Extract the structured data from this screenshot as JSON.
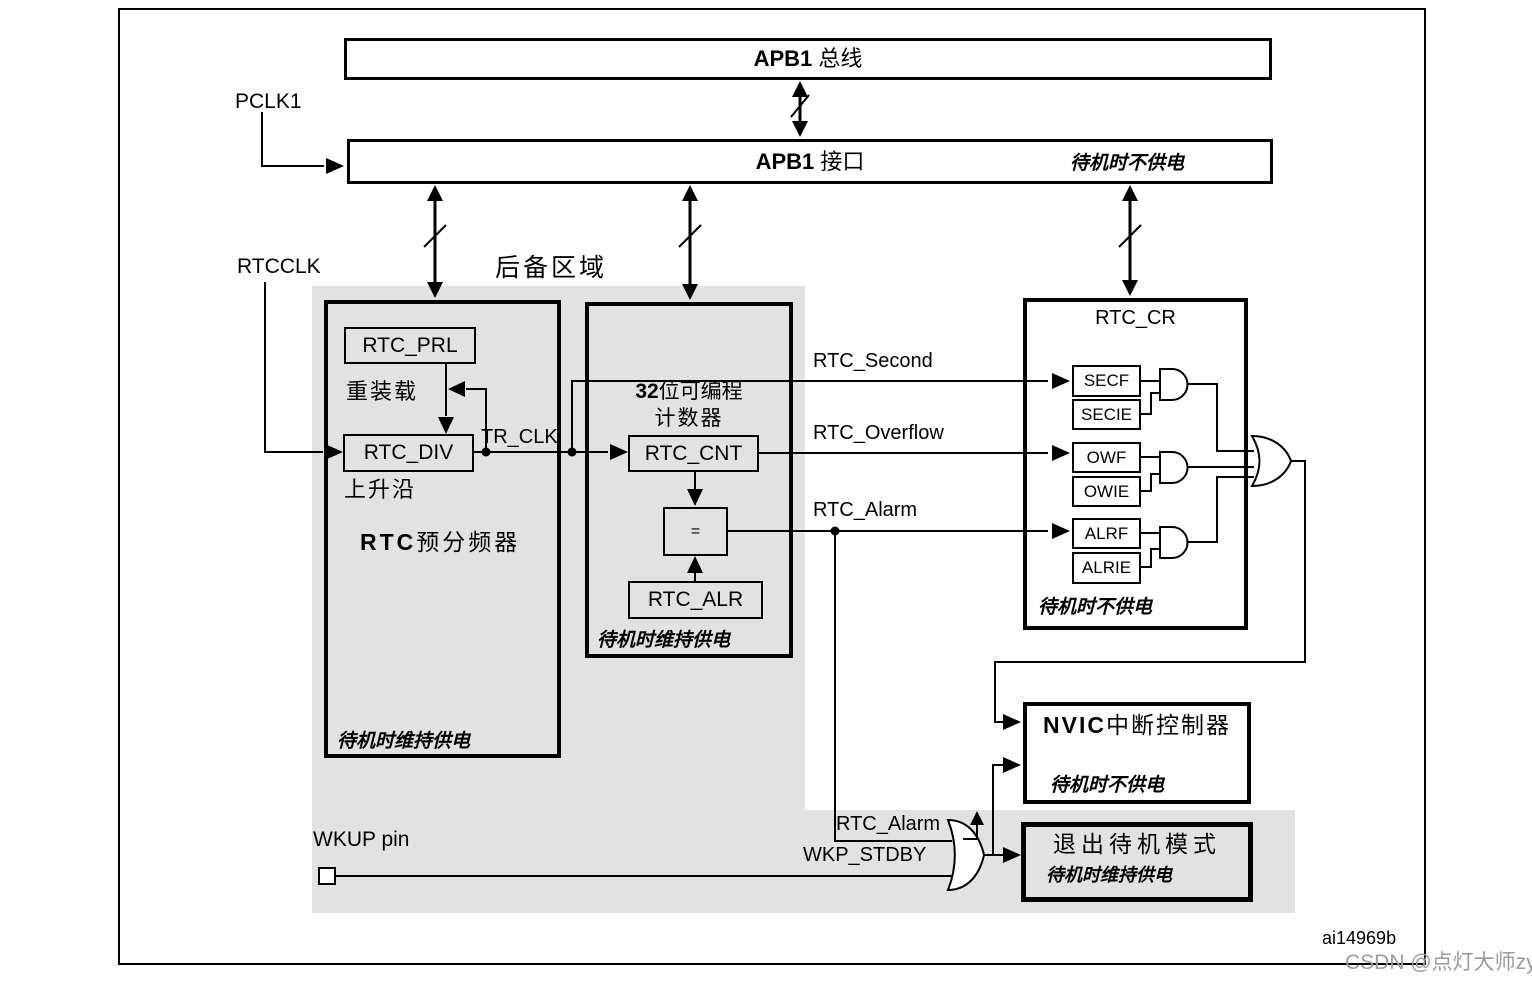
{
  "colors": {
    "gray_region": "#e2e2e2",
    "line": "#000000",
    "watermark": "#9b9b9b"
  },
  "top": {
    "pclk1": "PCLK1",
    "rtcclk": "RTCCLK",
    "backup_domain": "后备区域",
    "apb1_bus": {
      "latin": "APB1",
      "cjk": " 总线"
    },
    "apb1_interface": {
      "latin": "APB1",
      "cjk": " 接口",
      "power_note": "待机时不供电"
    }
  },
  "prescaler": {
    "rtc_prl": "RTC_PRL",
    "reload": "重装载",
    "rtc_div": "RTC_DIV",
    "rising_edge": "上升沿",
    "tr_clk": "TR_CLK",
    "title_latin": "RTC",
    "title_cjk": "预分频器",
    "power_note": "待机时维持供电"
  },
  "counter": {
    "title_bold": "32",
    "title_rest": "位可编程",
    "title_line2": "计数器",
    "rtc_cnt": "RTC_CNT",
    "equals": "=",
    "rtc_alr": "RTC_ALR",
    "power_note": "待机时维持供电"
  },
  "signals": {
    "second": "RTC_Second",
    "overflow": "RTC_Overflow",
    "alarm": "RTC_Alarm"
  },
  "rtc_cr": {
    "title": "RTC_CR",
    "flags": [
      {
        "flag": "SECF",
        "enable": "SECIE"
      },
      {
        "flag": "OWF",
        "enable": "OWIE"
      },
      {
        "flag": "ALRF",
        "enable": "ALRIE"
      }
    ],
    "power_note": "待机时不供电"
  },
  "nvic": {
    "title_latin": "NVIC",
    "title_cjk": "中断控制器",
    "power_note": "待机时不供电"
  },
  "wakeup": {
    "wkup_pin": "WKUP pin",
    "alarm_label": "RTC_Alarm",
    "wkp_stdby": "WKP_STDBY",
    "exit_standby": "退出待机模式",
    "power_note": "待机时维持供电"
  },
  "footer": {
    "figure_id": "ai14969b",
    "watermark": "CSDN @点灯大师zy"
  }
}
